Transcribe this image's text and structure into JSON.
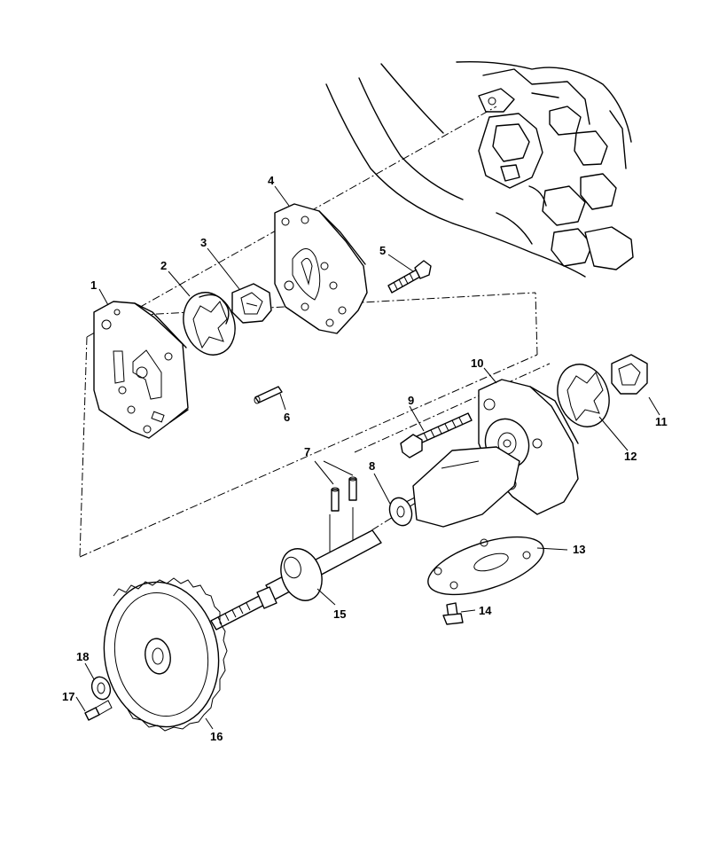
{
  "callouts": [
    {
      "id": "1",
      "label": "1"
    },
    {
      "id": "2",
      "label": "2"
    },
    {
      "id": "3",
      "label": "3"
    },
    {
      "id": "4",
      "label": "4"
    },
    {
      "id": "5",
      "label": "5"
    },
    {
      "id": "6",
      "label": "6"
    },
    {
      "id": "7",
      "label": "7"
    },
    {
      "id": "8",
      "label": "8"
    },
    {
      "id": "9",
      "label": "9"
    },
    {
      "id": "10",
      "label": "10"
    },
    {
      "id": "11",
      "label": "11"
    },
    {
      "id": "12",
      "label": "12"
    },
    {
      "id": "13",
      "label": "13"
    },
    {
      "id": "14",
      "label": "14"
    },
    {
      "id": "15",
      "label": "15"
    },
    {
      "id": "16",
      "label": "16"
    },
    {
      "id": "17",
      "label": "17"
    },
    {
      "id": "18",
      "label": "18"
    }
  ]
}
